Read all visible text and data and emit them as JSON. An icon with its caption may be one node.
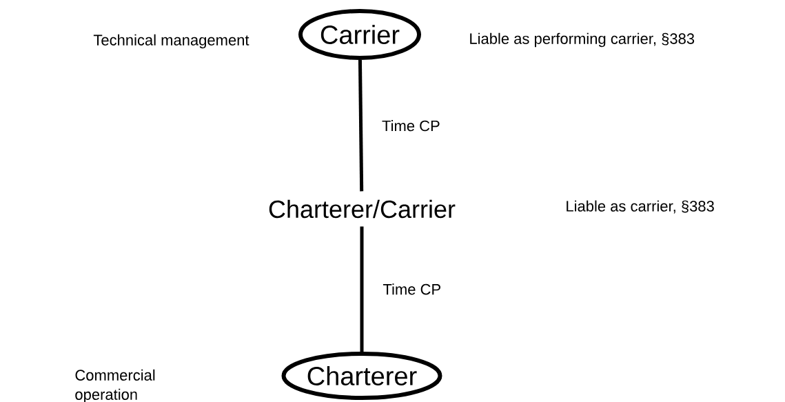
{
  "diagram": {
    "nodes": [
      {
        "text": [
          "Carrier"
        ],
        "beside": [
          "Technical management",
          "Liable as performing carrier, §383"
        ]
      },
      {
        "text": [
          "Charterer/Carrier"
        ]
      },
      {
        "text": [
          "Charterer"
        ]
      }
    ],
    "labels": [
      "Liable as carrier, §383",
      "Commercial operation"
    ],
    "edges": [
      {
        "from": 0,
        "to": 1,
        "arrow": "none",
        "label": "Time CP"
      },
      {
        "from": 1,
        "to": 2,
        "arrow": "none",
        "label": "Time CP"
      }
    ]
  }
}
